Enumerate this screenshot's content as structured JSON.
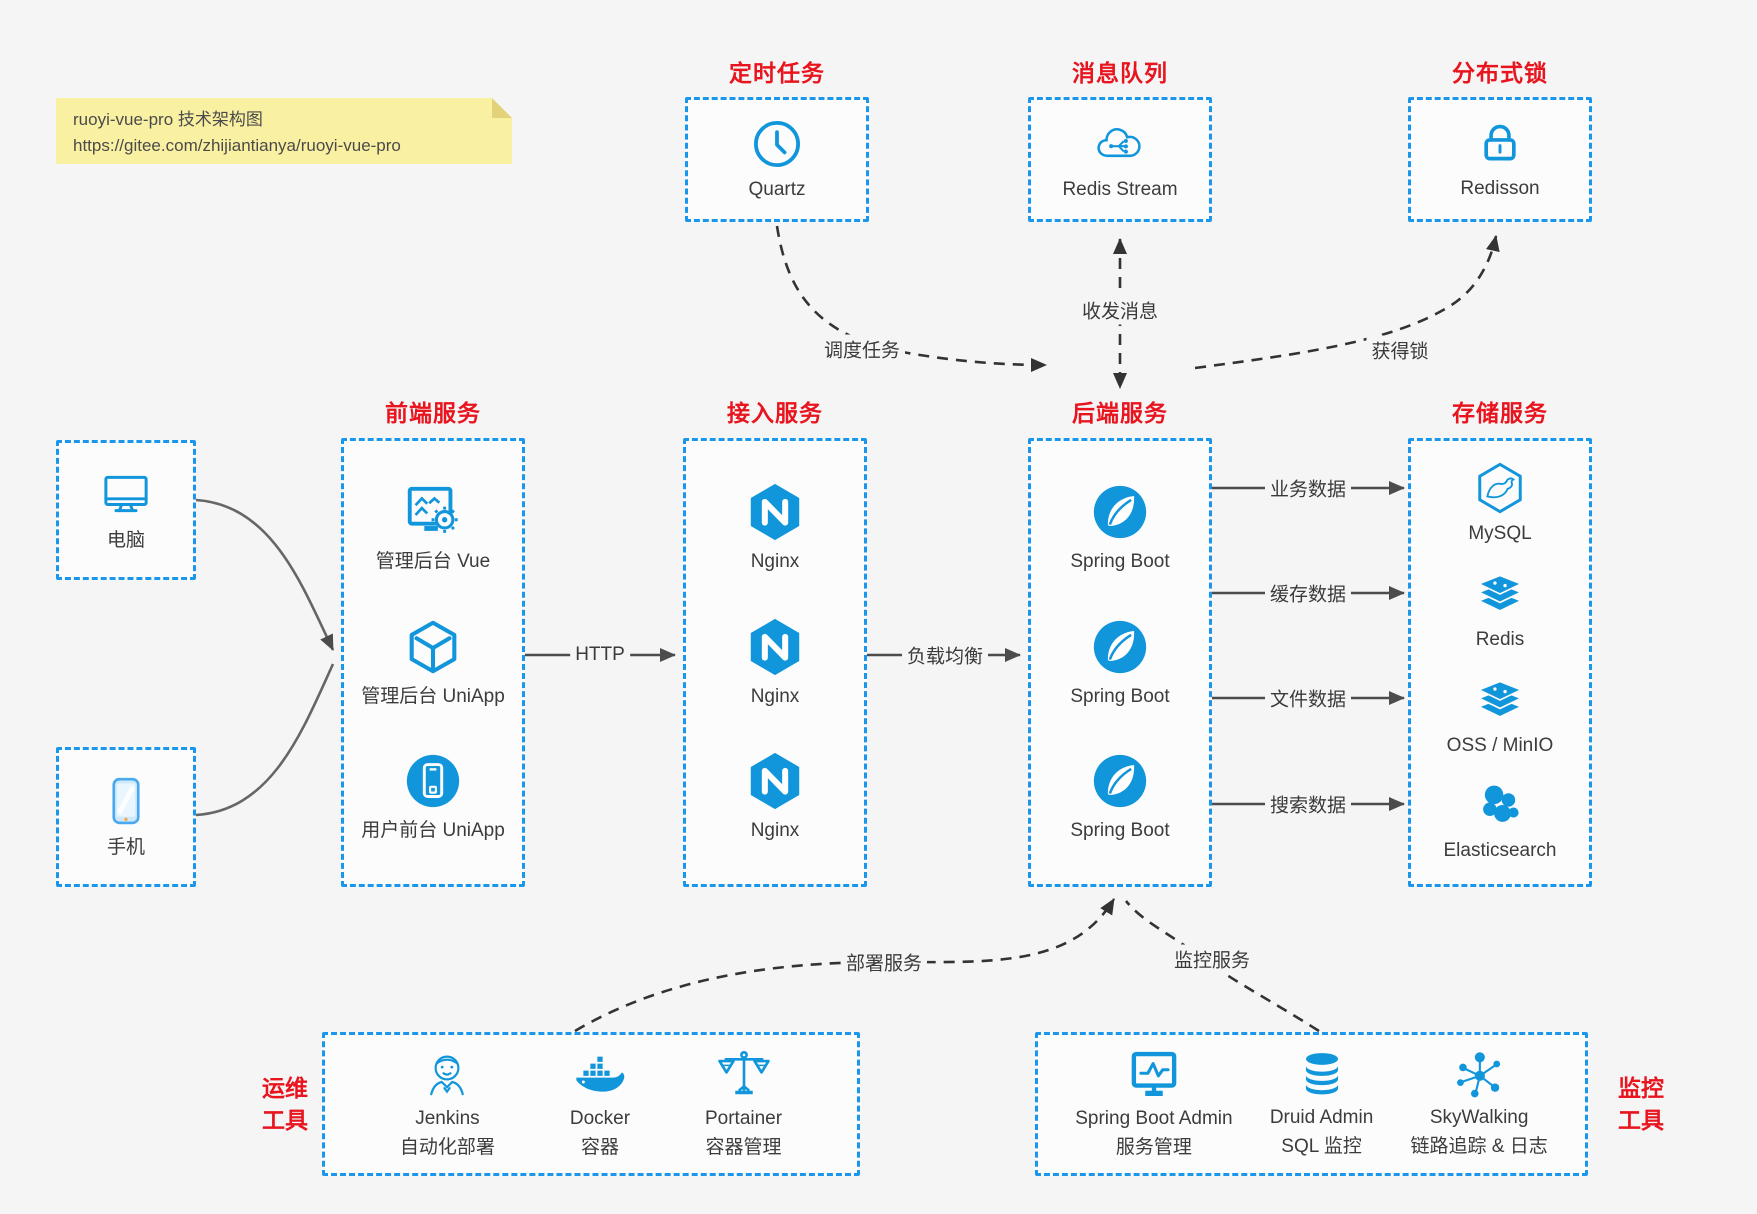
{
  "colors": {
    "icon_blue": "#1296db",
    "border_blue": "#1a97ec",
    "title_red": "#e8141e",
    "note_yellow": "#f9f0a2",
    "arrow_gray": "#4c4c4c",
    "arrow_dark": "#333333",
    "background": "#f5f5f6"
  },
  "note": {
    "line1": "ruoyi-vue-pro 技术架构图",
    "line2": "https://gitee.com/zhijiantianya/ruoyi-vue-pro"
  },
  "top_groups": [
    {
      "title": "定时任务",
      "label": "Quartz",
      "icon": "clock-icon"
    },
    {
      "title": "消息队列",
      "label": "Redis Stream",
      "icon": "cloud-queue-icon"
    },
    {
      "title": "分布式锁",
      "label": "Redisson",
      "icon": "lock-icon"
    }
  ],
  "clients": [
    {
      "label": "电脑",
      "icon": "desktop-icon"
    },
    {
      "label": "手机",
      "icon": "mobile-icon"
    }
  ],
  "columns": {
    "frontend": {
      "title": "前端服务",
      "items": [
        {
          "label": "管理后台 Vue",
          "icon": "admin-vue-icon"
        },
        {
          "label": "管理后台 UniApp",
          "icon": "uniapp-cube-icon"
        },
        {
          "label": "用户前台 UniApp",
          "icon": "user-app-icon"
        }
      ]
    },
    "gateway": {
      "title": "接入服务",
      "items": [
        {
          "label": "Nginx",
          "icon": "nginx-icon"
        },
        {
          "label": "Nginx",
          "icon": "nginx-icon"
        },
        {
          "label": "Nginx",
          "icon": "nginx-icon"
        }
      ]
    },
    "backend": {
      "title": "后端服务",
      "items": [
        {
          "label": "Spring Boot",
          "icon": "spring-boot-icon"
        },
        {
          "label": "Spring Boot",
          "icon": "spring-boot-icon"
        },
        {
          "label": "Spring Boot",
          "icon": "spring-boot-icon"
        }
      ]
    },
    "storage": {
      "title": "存储服务",
      "items": [
        {
          "label": "MySQL",
          "icon": "mysql-icon"
        },
        {
          "label": "Redis",
          "icon": "redis-stack-icon"
        },
        {
          "label": "OSS / MinIO",
          "icon": "redis-stack-icon"
        },
        {
          "label": "Elasticsearch",
          "icon": "elasticsearch-icon"
        }
      ]
    }
  },
  "bottom_groups": {
    "ops": {
      "title_line1": "运维",
      "title_line2": "工具",
      "items": [
        {
          "label": "Jenkins",
          "sub": "自动化部署",
          "icon": "jenkins-icon"
        },
        {
          "label": "Docker",
          "sub": "容器",
          "icon": "docker-whale-icon"
        },
        {
          "label": "Portainer",
          "sub": "容器管理",
          "icon": "scales-icon"
        }
      ]
    },
    "monitoring": {
      "title_line1": "监控",
      "title_line2": "工具",
      "items": [
        {
          "label": "Spring Boot Admin",
          "sub": "服务管理",
          "icon": "monitor-chart-icon"
        },
        {
          "label": "Druid Admin",
          "sub": "SQL 监控",
          "icon": "database-icon"
        },
        {
          "label": "SkyWalking",
          "sub": "链路追踪 & 日志",
          "icon": "topology-icon"
        }
      ]
    }
  },
  "edges": {
    "http": "HTTP",
    "load_balance": "负载均衡",
    "schedule": "调度任务",
    "message": "收发消息",
    "lock": "获得锁",
    "business_data": "业务数据",
    "cache_data": "缓存数据",
    "file_data": "文件数据",
    "search_data": "搜索数据",
    "deploy": "部署服务",
    "monitor": "监控服务"
  }
}
